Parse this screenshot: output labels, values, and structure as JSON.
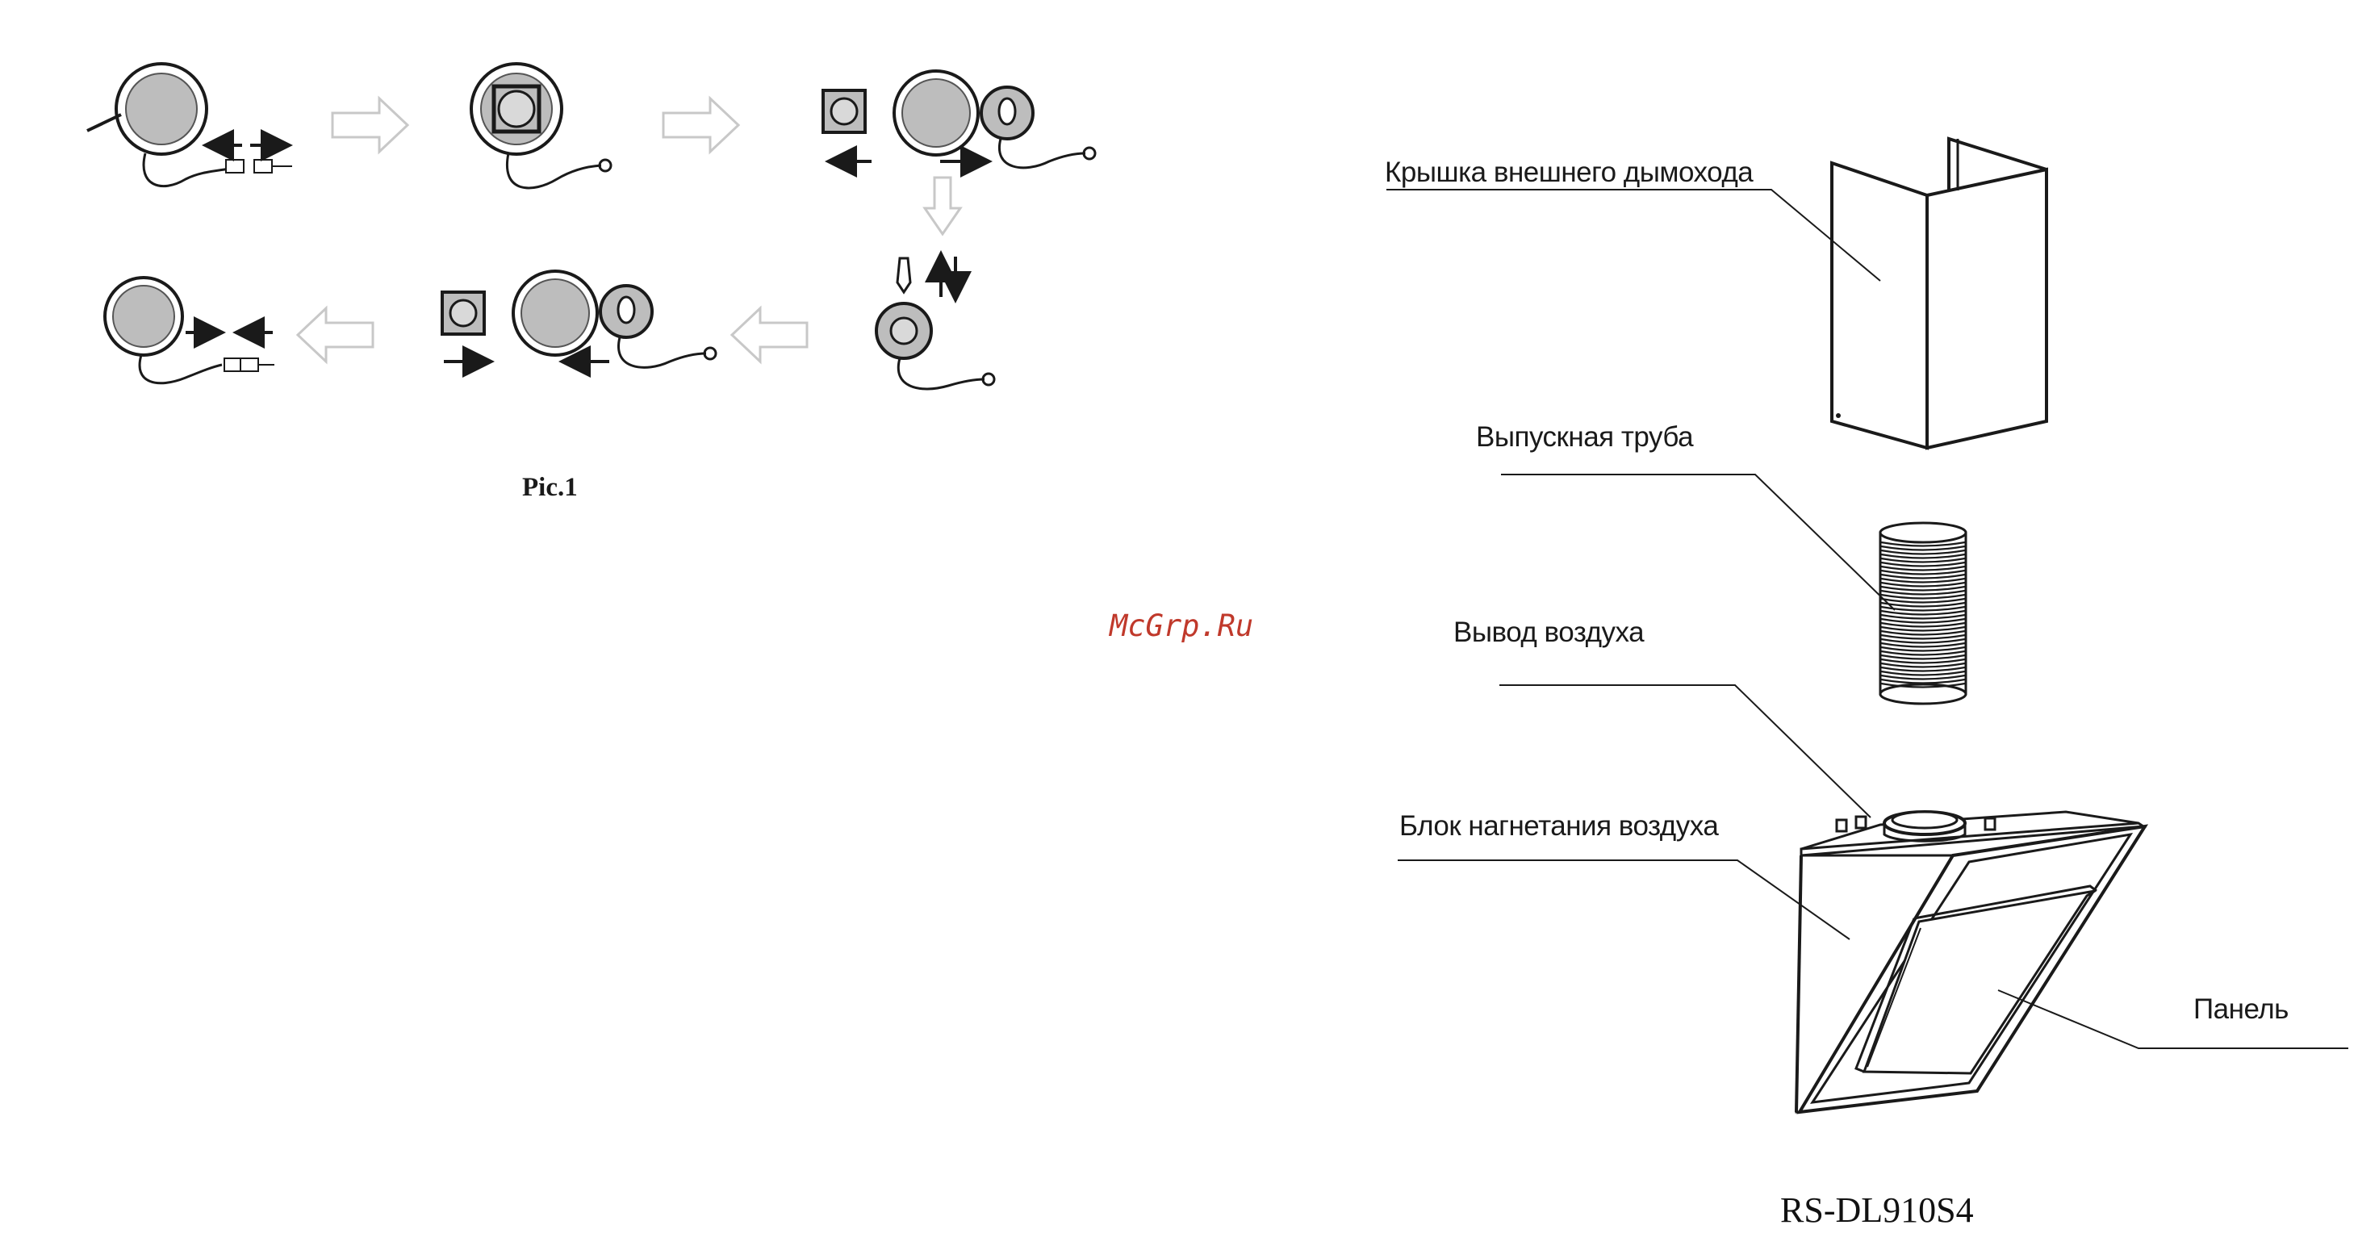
{
  "left_figure": {
    "caption": "Pic.1",
    "step_count": 7
  },
  "watermark": "McGrp.Ru",
  "right_figure": {
    "labels": {
      "chimney_cover": "Крышка внешнего дымохода",
      "exhaust_pipe": "Выпускная труба",
      "air_outlet": "Вывод воздуха",
      "blower_unit": "Блок нагнетания воздуха",
      "panel": "Панель"
    },
    "model": "RS-DL910S4"
  },
  "colors": {
    "line": "#1a1a1a",
    "fill_gray": "#bdbdbd",
    "watermark": "#c0392b",
    "outline_arrow": "#c8c8c8"
  }
}
